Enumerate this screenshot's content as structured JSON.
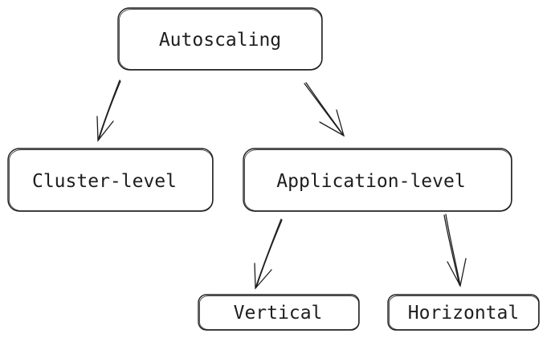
{
  "diagram": {
    "nodes": {
      "autoscaling": "Autoscaling",
      "cluster_level": "Cluster-level",
      "application_level": "Application-level",
      "vertical": "Vertical",
      "horizontal": "Horizontal"
    },
    "edges": [
      {
        "from": "Autoscaling",
        "to": "Cluster-level"
      },
      {
        "from": "Autoscaling",
        "to": "Application-level"
      },
      {
        "from": "Application-level",
        "to": "Vertical"
      },
      {
        "from": "Application-level",
        "to": "Horizontal"
      }
    ],
    "colors": {
      "stroke": "#1e1e1e",
      "background": "#ffffff"
    }
  }
}
